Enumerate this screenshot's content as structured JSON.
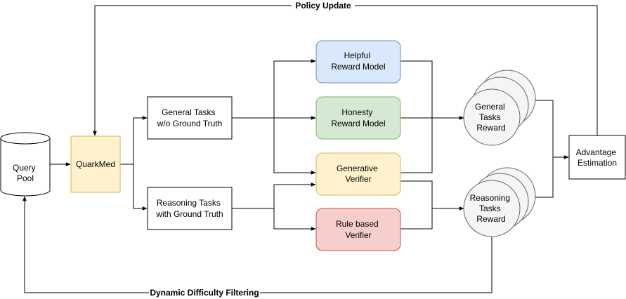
{
  "nodes": {
    "query_pool": [
      "Query",
      "Pool"
    ],
    "quarkmed": [
      "QuarkMed"
    ],
    "general_tasks": [
      "General Tasks",
      "w/o Ground Truth"
    ],
    "reasoning_tasks": [
      "Reasoning Tasks",
      "with Ground Truth"
    ],
    "helpful_rm": [
      "Helpful",
      "Reward Model"
    ],
    "honesty_rm": [
      "Honesty",
      "Reward Model"
    ],
    "generative_verifier": [
      "Generative",
      "Verifier"
    ],
    "rule_verifier": [
      "Rule based",
      "Verifier"
    ],
    "general_reward": [
      "General",
      "Tasks",
      "Reward"
    ],
    "reasoning_reward": [
      "Reasoning",
      "Tasks",
      "Reward"
    ],
    "advantage": [
      "Advantage",
      "Estimation"
    ]
  },
  "edge_labels": {
    "policy_update": "Policy Update",
    "dynamic_filtering": "Dynamic Difficulty Filtering"
  },
  "colors": {
    "quarkmed_fill": "#fff2cc",
    "quarkmed_stroke": "#d6b656",
    "helpful_fill": "#dae8fc",
    "helpful_stroke": "#6c8ebf",
    "honesty_fill": "#d5e8d4",
    "honesty_stroke": "#82b366",
    "generative_fill": "#fff2cc",
    "generative_stroke": "#d6b656",
    "rule_fill": "#f8cecc",
    "rule_stroke": "#b85450",
    "reward_fill": "#f5f5f5",
    "reward_stroke": "#666666"
  }
}
